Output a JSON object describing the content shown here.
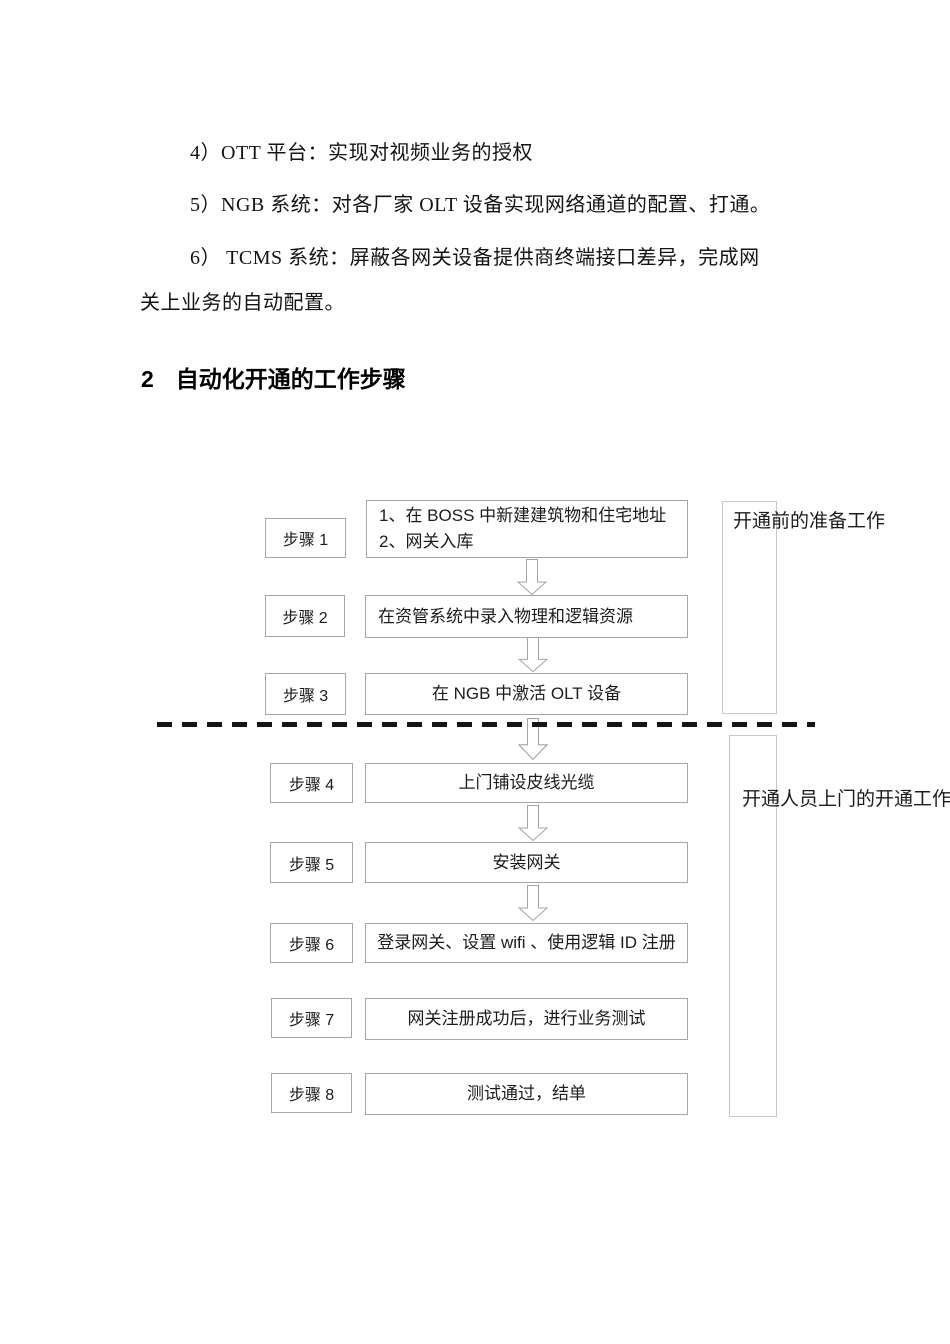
{
  "document": {
    "paragraph_lines": [
      "4）OTT 平台：实现对视频业务的授权",
      "5）NGB 系统：对各厂家 OLT 设备实现网络通道的配置、打通。",
      "6） TCMS 系统：屏蔽各网关设备提供商终端接口差异，完成网",
      "关上业务的自动配置。"
    ],
    "heading": {
      "number": "2",
      "text": "自动化开通的工作步骤"
    }
  },
  "flowchart": {
    "steps": [
      {
        "label": "步骤 1",
        "lines": [
          "1、在 BOSS 中新建建筑物和住宅地址",
          "2、网关入库"
        ]
      },
      {
        "label": "步骤 2",
        "lines": [
          "在资管系统中录入物理和逻辑资源"
        ]
      },
      {
        "label": "步骤 3",
        "lines": [
          "在 NGB 中激活 OLT 设备"
        ]
      },
      {
        "label": "步骤 4",
        "lines": [
          "上门铺设皮线光缆"
        ]
      },
      {
        "label": "步骤 5",
        "lines": [
          "安装网关"
        ]
      },
      {
        "label": "步骤 6",
        "lines": [
          "登录网关、设置 wifi 、使用逻辑 ID 注册"
        ]
      },
      {
        "label": "步骤 7",
        "lines": [
          "网关注册成功后，进行业务测试"
        ]
      },
      {
        "label": "步骤 8",
        "lines": [
          "测试通过，结单"
        ]
      }
    ],
    "phase_labels": [
      "开通前的准备工作",
      "开通人员上门的开通工作"
    ],
    "colors": {
      "box_border": "#a6a6a6",
      "tall_box_border": "#c8c8c8",
      "arrow_outline": "#a3a3a3",
      "dashed_line": "#151515"
    }
  }
}
